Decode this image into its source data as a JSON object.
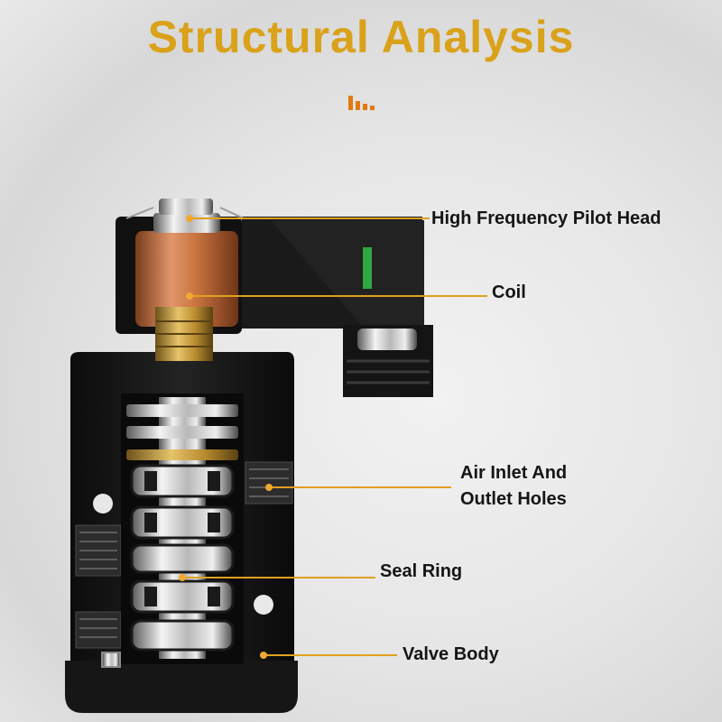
{
  "title": "Structural Analysis",
  "icons": {
    "title_decoration": "bars-icon"
  },
  "colors": {
    "title": "#d9a21a",
    "leader_line": "#e0a020",
    "coil": "#c8723e",
    "brass": "#c59a3a",
    "body": "#141414",
    "chrome": "#cfcfcf"
  },
  "labels": {
    "pilot_head": "High Frequency Pilot Head",
    "coil": "Coil",
    "air_inlet_line1": "Air Inlet And",
    "air_inlet_line2": "Outlet Holes",
    "seal_ring": "Seal Ring",
    "valve_body": "Valve Body"
  }
}
